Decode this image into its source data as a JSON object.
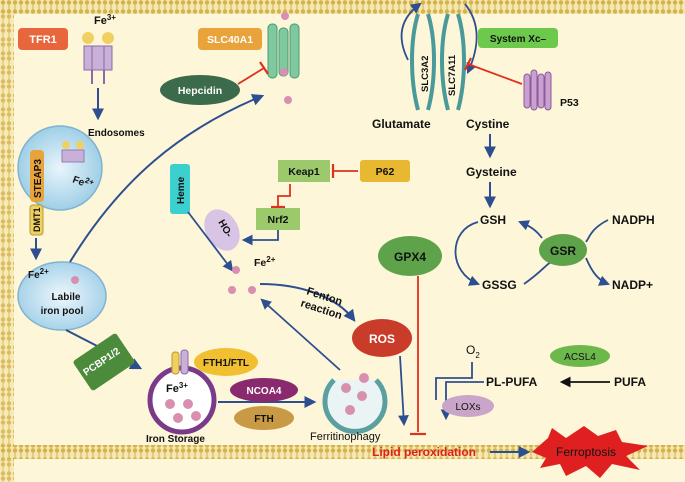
{
  "labels": {
    "tfr1": "TFR1",
    "fe3_top": "Fe",
    "fe3_top_sup": "3+",
    "slc40a1": "SLC40A1",
    "hepcidin": "Hepcidin",
    "slc3a2": "SLC3A2",
    "slc7a11": "SLC7A11",
    "system_xc": "System Xc–",
    "p53": "P53",
    "glutamate": "Glutamate",
    "cystine": "Cystine",
    "gysteine": "Gysteine",
    "endosomes": "Endosomes",
    "steap3": "STEAP3",
    "fe2_endo": "Fe",
    "fe2_endo_sup": "2+",
    "dmt1": "DMT1",
    "heme": "Heme",
    "keap1": "Keap1",
    "p62": "P62",
    "nrf2": "Nrf2",
    "ho1": "HO-",
    "fe2_mid": "Fe",
    "fe2_mid_sup": "2+",
    "fe2_pool": "Fe",
    "fe2_pool_sup": "2+",
    "labile_pool_1": "Labile",
    "labile_pool_2": "iron pool",
    "fenton_1": "Fenton",
    "fenton_2": "reaction",
    "ros": "ROS",
    "gsh": "GSH",
    "gssg": "GSSG",
    "gpx4": "GPX4",
    "gsr": "GSR",
    "nadph": "NADPH",
    "nadp": "NADP+",
    "pcbp": "PCBP1/2",
    "fth1_ftl": "FTH1/FTL",
    "fe3_storage": "Fe",
    "fe3_storage_sup": "3+",
    "iron_storage": "Iron Storage",
    "ncoa4": "NCOA4",
    "fth": "FTH",
    "ferritinophagy": "Ferritinophagy",
    "o2": "O",
    "o2_sub": "2",
    "acsl4": "ACSL4",
    "pl_pufa": "PL-PUFA",
    "pufa": "PUFA",
    "loxs": "LOXs",
    "lipid_peroxidation": "Lipid peroxidation",
    "ferroptosis": "Ferroptosis"
  },
  "colors": {
    "background": "#fdf6d9",
    "membrane": "#d4b24c",
    "arrow_blue": "#2e4f8f",
    "inhibit_red": "#e0301e",
    "tfr1_box": "#e8663c",
    "slc40a1_box": "#e8a33a",
    "hepcidin": "#3c6b4c",
    "system_xc_box": "#6cc94c",
    "heme_box": "#3ccfcf",
    "keap1_box": "#9bc96c",
    "p62_box": "#e8b830",
    "gpx4": "#5ea24a",
    "gsr": "#5ea24a",
    "ros": "#c93c2a",
    "pcbp": "#4c8a3c",
    "fth1_ftl": "#f0c030",
    "ncoa4": "#8a2a6e",
    "fth": "#c99a45",
    "acsl4": "#6cb84a",
    "loxs": "#c9a5c9",
    "ferroptosis": "#e02020",
    "lipid_peroxidation_text": "#e02020",
    "iron_dot": "#d98fb0"
  }
}
